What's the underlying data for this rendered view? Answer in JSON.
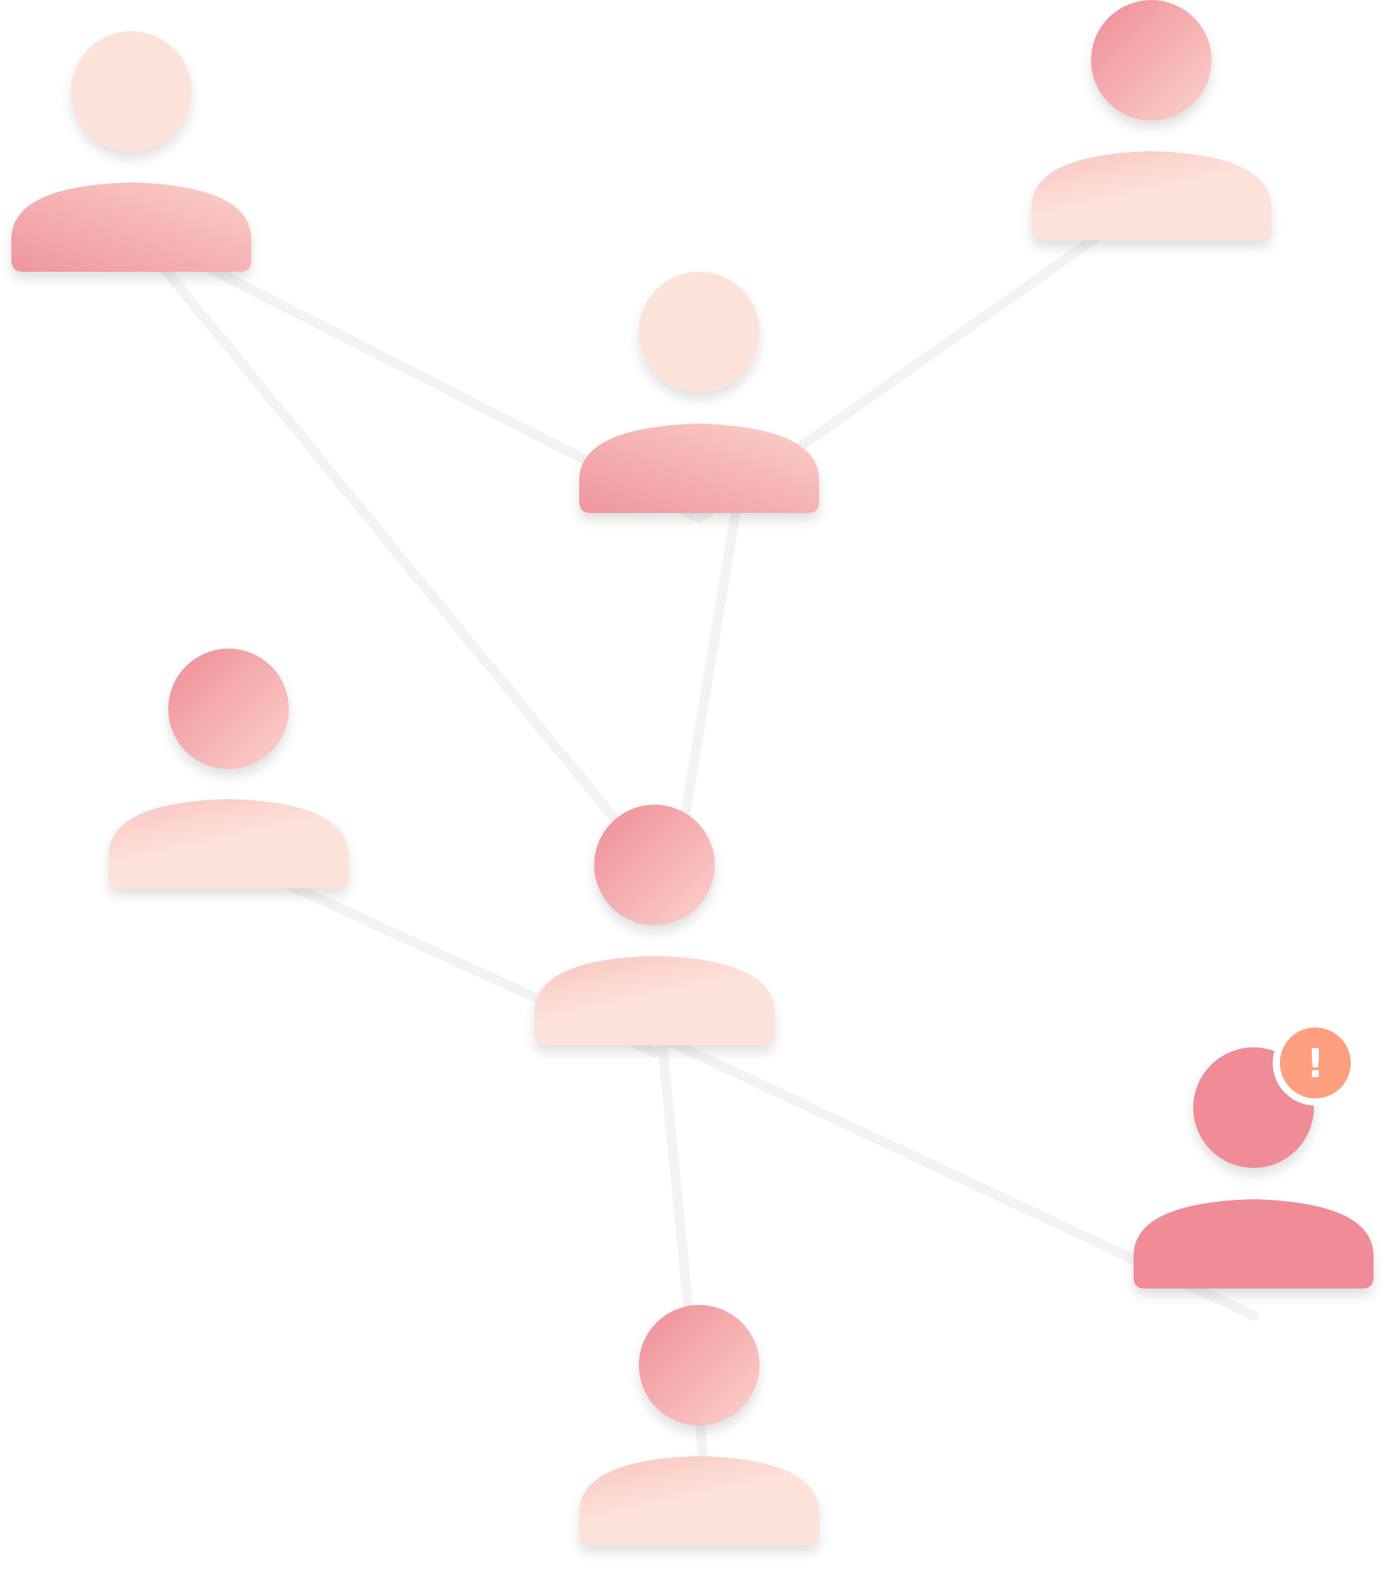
{
  "colors": {
    "background": "#ffffff",
    "edge": "#f3f3f3",
    "light": "#fde2da",
    "dark": "#ef8c97",
    "alert": "#fd9f7f"
  },
  "nodes": [
    {
      "id": "person-top-left",
      "head": "light",
      "body": "dark-to-light"
    },
    {
      "id": "person-top-right",
      "head": "dark-to-light",
      "body": "light"
    },
    {
      "id": "person-center-top",
      "head": "light",
      "body": "dark-to-light"
    },
    {
      "id": "person-mid-left",
      "head": "dark-to-light",
      "body": "light"
    },
    {
      "id": "person-hub",
      "head": "dark-to-light",
      "body": "light"
    },
    {
      "id": "person-alert",
      "head": "solid-dark",
      "body": "solid-dark",
      "alert": true
    },
    {
      "id": "person-bottom",
      "head": "dark-to-light",
      "body": "light"
    }
  ],
  "edges": [
    {
      "from": "person-top-left",
      "to": "person-center-top"
    },
    {
      "from": "person-top-left",
      "to": "person-hub"
    },
    {
      "from": "person-top-right",
      "to": "person-center-top"
    },
    {
      "from": "person-center-top",
      "to": "person-hub"
    },
    {
      "from": "person-mid-left",
      "to": "person-hub"
    },
    {
      "from": "person-hub",
      "to": "person-alert"
    },
    {
      "from": "person-hub",
      "to": "person-bottom"
    }
  ],
  "alert_badge": {
    "symbol": "!"
  }
}
